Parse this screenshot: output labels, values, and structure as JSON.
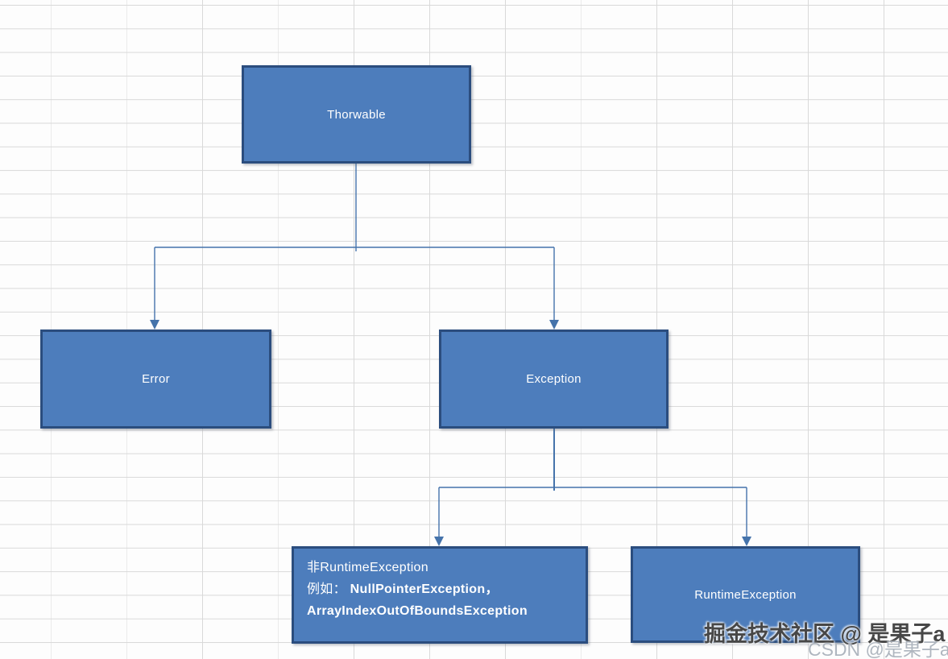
{
  "diagram": {
    "title_hint": "Java Throwable class hierarchy drawn over a spreadsheet grid",
    "nodes": {
      "throwable": {
        "label": "Thorwable"
      },
      "error": {
        "label": "Error"
      },
      "exception": {
        "label": "Exception"
      },
      "non_runtime_exception": {
        "line1": "非RuntimeException",
        "line2_prefix": "例如： ",
        "line2_bold": "NullPointerException，",
        "line3_bold": "ArrayIndexOutOfBoundsException"
      },
      "runtime_exception": {
        "label": "RuntimeException"
      }
    },
    "edges": [
      {
        "from": "throwable",
        "to": "error"
      },
      {
        "from": "throwable",
        "to": "exception"
      },
      {
        "from": "exception",
        "to": "non_runtime_exception"
      },
      {
        "from": "exception",
        "to": "runtime_exception"
      }
    ],
    "colors": {
      "node_fill": "#4d7dbc",
      "node_border": "#2b4d7e",
      "node_text": "#ffffff",
      "connector": "#4573ab",
      "grid_line": "#d9d9d9",
      "background": "#fdfdfd"
    }
  },
  "watermarks": {
    "juejin": "掘金技术社区 @ 是果子a",
    "csdn": "CSDN @是果子a"
  }
}
